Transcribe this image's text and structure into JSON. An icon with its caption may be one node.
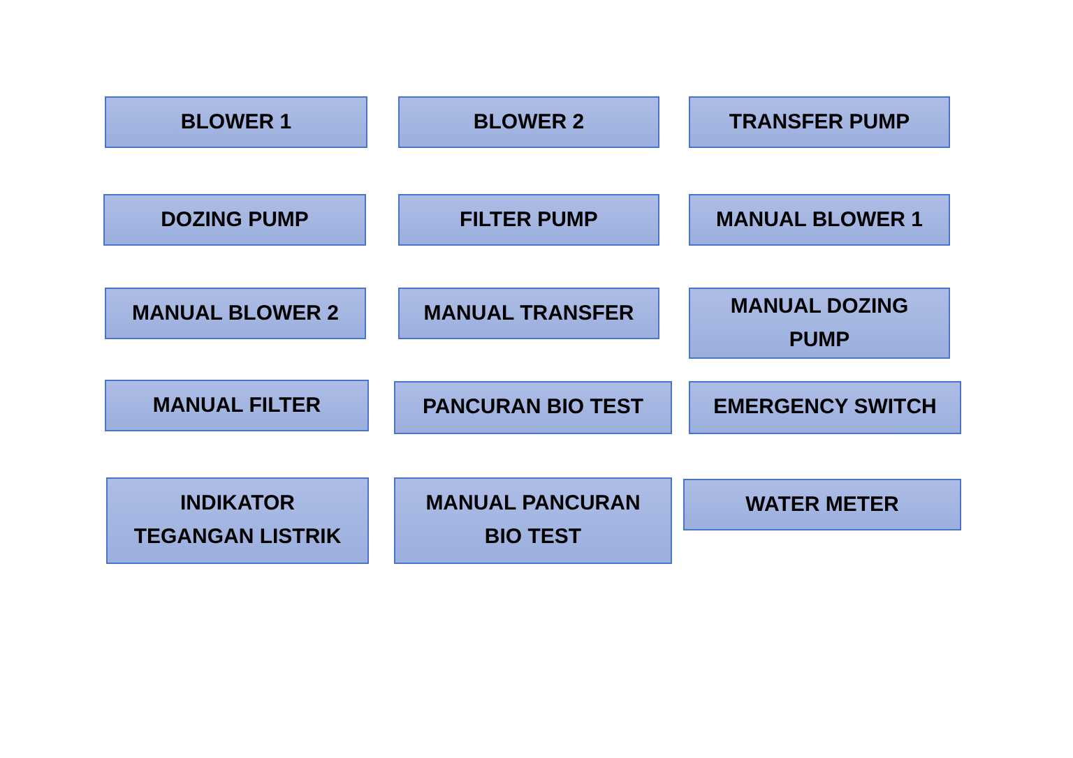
{
  "diagram": {
    "nodes": [
      {
        "text": [
          "BLOWER 1"
        ]
      },
      {
        "text": [
          "BLOWER 2"
        ]
      },
      {
        "text": [
          "TRANSFER PUMP"
        ]
      },
      {
        "text": [
          "DOZING PUMP"
        ]
      },
      {
        "text": [
          "FILTER PUMP"
        ]
      },
      {
        "text": [
          "MANUAL BLOWER 1"
        ]
      },
      {
        "text": [
          "MANUAL BLOWER 2"
        ]
      },
      {
        "text": [
          "MANUAL TRANSFER"
        ]
      },
      {
        "text": [
          "MANUAL DOZING PUMP"
        ]
      },
      {
        "text": [
          "MANUAL FILTER"
        ]
      },
      {
        "text": [
          "PANCURAN BIO TEST"
        ]
      },
      {
        "text": [
          "EMERGENCY SWITCH"
        ]
      },
      {
        "text": [
          "INDIKATOR TEGANGAN LISTRIK"
        ]
      },
      {
        "text": [
          "MANUAL PANCURAN BIO TEST"
        ]
      },
      {
        "text": [
          "WATER METER"
        ]
      }
    ]
  }
}
